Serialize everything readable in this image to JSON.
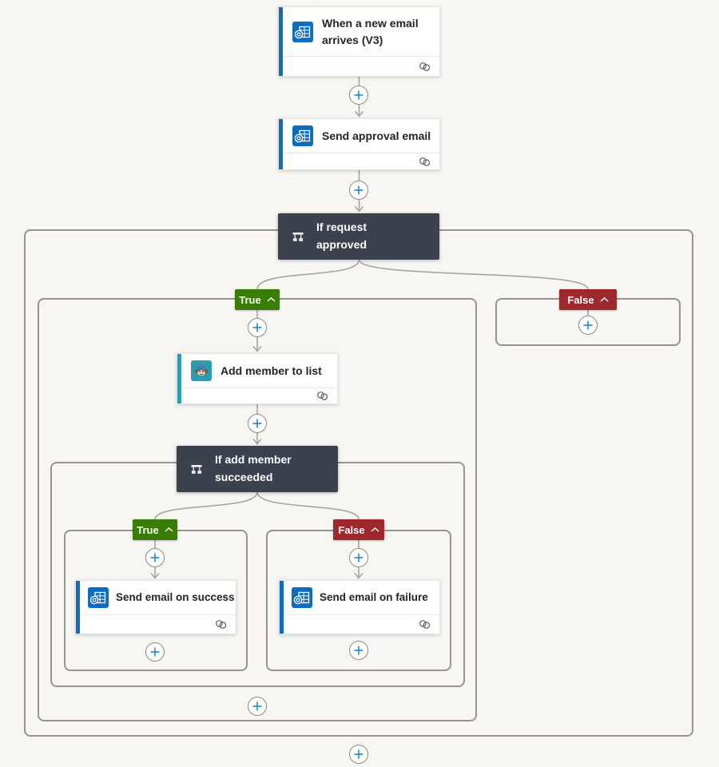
{
  "app": {
    "name": "Flow designer canvas"
  },
  "colors": {
    "canvas_bg": "#f7f6f3",
    "accent_blue": "#0f6cbd",
    "accent_teal": "#2f9cae",
    "condition_dark": "#3b414d",
    "true_green": "#3a7d05",
    "false_red": "#9f282d",
    "plus_blue": "#0078d4",
    "connector_gray": "#a6a4a2",
    "container_border": "#97948f"
  },
  "icons": {
    "outlook": "outlook-icon",
    "mailchimp": "mailchimp-icon",
    "condition": "condition-icon",
    "link": "link-icon",
    "chevron_up": "chevron-up-icon",
    "plus": "plus-icon"
  },
  "nodes": {
    "trigger": {
      "title": "When a new email arrives (V3)"
    },
    "send_approval": {
      "title": "Send approval email"
    },
    "if_request": {
      "title": "If request approved"
    },
    "add_member": {
      "title": "Add member to list"
    },
    "if_add_member": {
      "title": "If add member succeeded"
    },
    "send_success": {
      "title": "Send email on success"
    },
    "send_failure": {
      "title": "Send email on failure"
    }
  },
  "branches": {
    "outer_true": {
      "label": "True"
    },
    "outer_false": {
      "label": "False"
    },
    "inner_true": {
      "label": "True"
    },
    "inner_false": {
      "label": "False"
    }
  }
}
